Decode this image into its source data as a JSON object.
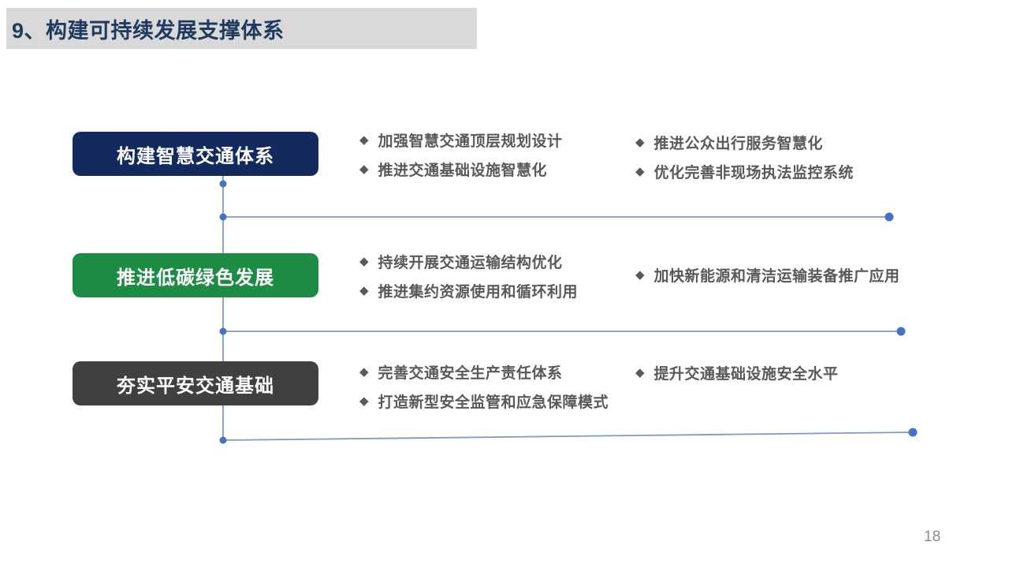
{
  "slide": {
    "title": "9、构建可持续发展支撑体系",
    "page_number": "18"
  },
  "bullet_glyph": "◆",
  "rows": [
    {
      "box_label": "构建智慧交通体系",
      "box_color": "#14295e",
      "col1": [
        "加强智慧交通顶层规划设计",
        "推进交通基础设施智慧化"
      ],
      "col2": [
        "推进公众出行服务智慧化",
        "优化完善非现场执法监控系统"
      ]
    },
    {
      "box_label": "推进低碳绿色发展",
      "box_color": "#1e8b45",
      "col1": [
        "持续开展交通运输结构优化",
        "推进集约资源使用和循环利用"
      ],
      "col2": [
        "加快新能源和清洁运输装备推广应用"
      ]
    },
    {
      "box_label": "夯实平安交通基础",
      "box_color": "#404040",
      "col1": [
        "完善交通安全生产责任体系",
        "打造新型安全监管和应急保障模式"
      ],
      "col2": [
        "提升交通基础设施安全水平"
      ]
    }
  ],
  "colors": {
    "title_bar_bg": "#d9d9d9",
    "title_text": "#1f3a5f",
    "box_navy": "#14295e",
    "box_green": "#1e8b45",
    "box_gray": "#404040",
    "box_text": "#ffffff",
    "bullet_text": "#595959",
    "connector_line": "#7d9bc4",
    "connector_dot": "#4472c4",
    "page_number": "#8c8c8c"
  }
}
